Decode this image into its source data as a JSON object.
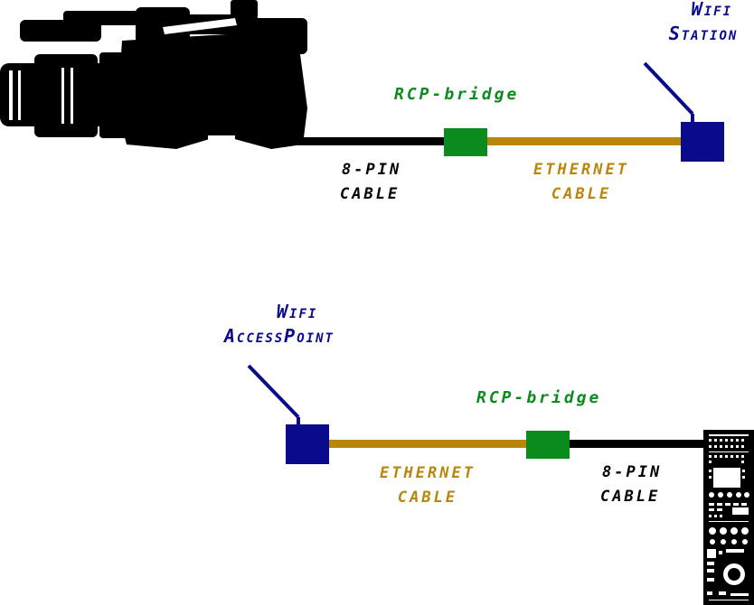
{
  "top": {
    "wifi_label_line1": "Wifi",
    "wifi_label_line2": "Station",
    "bridge_label": "RCP-bridge",
    "pin_cable_line1": "8-PIN",
    "pin_cable_line2": "CABLE",
    "ethernet_cable_line1": "ETHERNET",
    "ethernet_cable_line2": "CABLE"
  },
  "bottom": {
    "wifi_label_line1": "Wifi",
    "wifi_label_line2": "AccessPoint",
    "bridge_label": "RCP-bridge",
    "ethernet_cable_line1": "ETHERNET",
    "ethernet_cable_line2": "CABLE",
    "pin_cable_line1": "8-PIN",
    "pin_cable_line2": "CABLE"
  },
  "colors": {
    "wifi_box": "#0a0a8c",
    "bridge_box": "#0b8a1e",
    "ethernet_cable": "#b8860b",
    "pin_cable": "#000000"
  },
  "icons": [
    "camera-silhouette-icon",
    "rcp-panel-icon",
    "antenna-icon"
  ]
}
